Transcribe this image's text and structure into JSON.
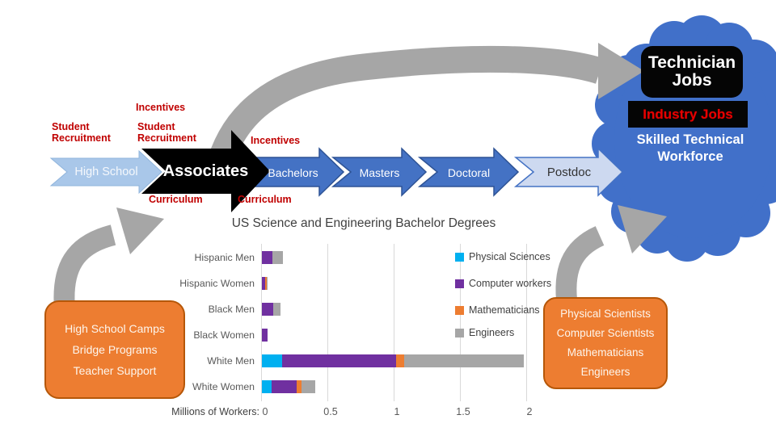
{
  "colors": {
    "cloud_blue": "#4170C9",
    "stage_blue": "#4472C4",
    "stage_light_blue": "#A9C7E9",
    "postdoc_fill": "#CDD9F0",
    "gray_arrow": "#A6A6A6",
    "orange_box": "#ED7D31",
    "annotation_red": "#C00000"
  },
  "pathway": {
    "stages": [
      {
        "label": "High School"
      },
      {
        "label": "Associates"
      },
      {
        "label": "Bachelors"
      },
      {
        "label": "Masters"
      },
      {
        "label": "Doctoral"
      },
      {
        "label": "Postdoc"
      }
    ]
  },
  "annotations": {
    "incentives_1": "Incentives",
    "student_recruitment_1": "Student Recruitment",
    "student_recruitment_2": "Student Recruitment",
    "incentives_2": "Incentives",
    "curriculum_1": "Curriculum",
    "curriculum_2": "Curriculum"
  },
  "outcome_cloud": {
    "technician_jobs": "Technician Jobs",
    "industry_jobs": "Industry Jobs",
    "workforce": "Skilled Technical Workforce"
  },
  "left_box": {
    "lines": [
      "High School Camps",
      "Bridge Programs",
      "Teacher Support"
    ]
  },
  "right_box": {
    "lines": [
      "Physical Scientists",
      "Computer Scientists",
      "Mathematicians",
      "Engineers"
    ]
  },
  "chart_data": {
    "type": "bar",
    "stacked": true,
    "orientation": "horizontal",
    "title": "US Science and Engineering Bachelor Degrees",
    "x_axis_label": "Millions of Workers:",
    "x_tick_labels": [
      "0",
      "0.5",
      "1",
      "1.5",
      "2"
    ],
    "x_tick_values": [
      0,
      0.5,
      1,
      1.5,
      2
    ],
    "xlim": [
      0,
      2
    ],
    "grid": "vertical",
    "legend_position": "right",
    "categories": [
      "Hispanic Men",
      "Hispanic Women",
      "Black Men",
      "Black Women",
      "White Men",
      "White Women"
    ],
    "series": [
      {
        "name": "Physical Sciences",
        "color": "#00B0F0",
        "values": [
          0,
          0,
          0,
          0,
          0.15,
          0.075
        ]
      },
      {
        "name": "Computer workers",
        "color": "#7030A0",
        "values": [
          0.08,
          0.025,
          0.085,
          0.04,
          0.86,
          0.19
        ]
      },
      {
        "name": "Mathematicians",
        "color": "#ED7D31",
        "values": [
          0,
          0.012,
          0,
          0,
          0.06,
          0.035
        ]
      },
      {
        "name": "Engineers",
        "color": "#A6A6A6",
        "values": [
          0.08,
          0.005,
          0.055,
          0,
          0.9,
          0.105
        ]
      }
    ]
  }
}
